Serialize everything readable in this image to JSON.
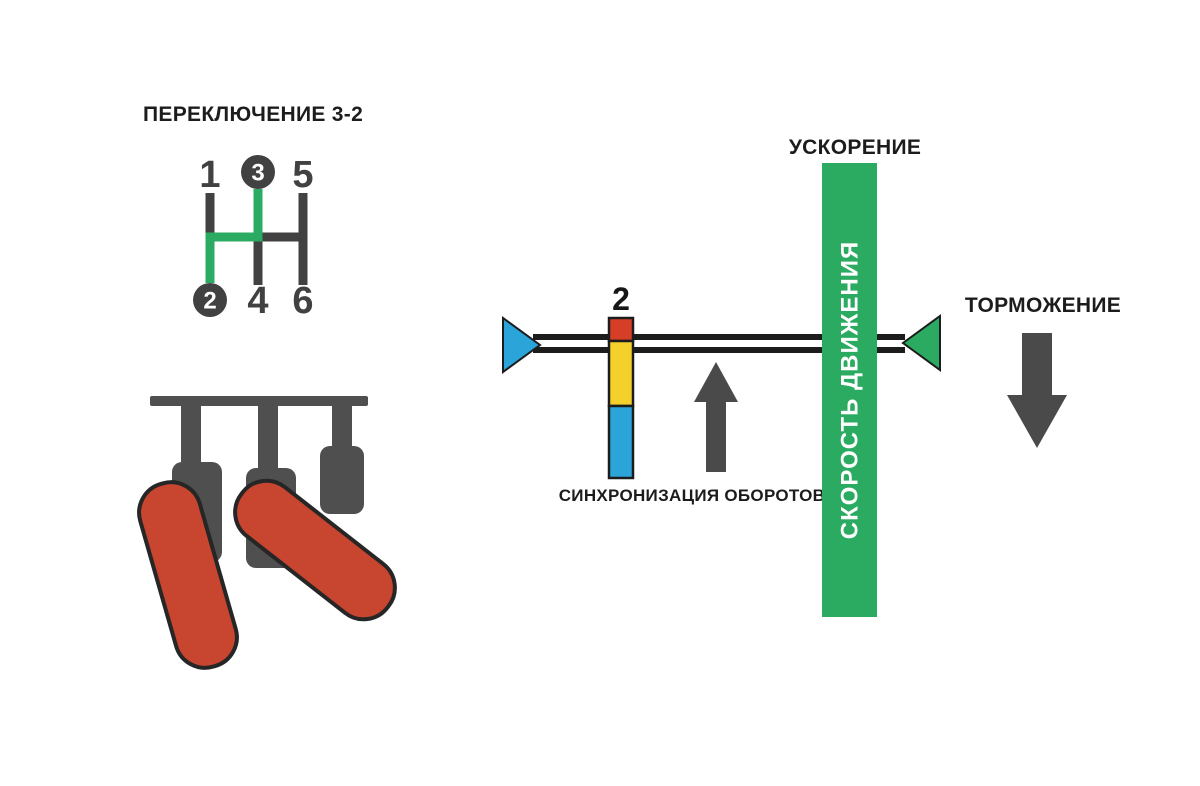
{
  "shift_panel": {
    "title": "ПЕРЕКЛЮЧЕНИЕ 3-2",
    "gears": {
      "g1": "1",
      "g2": "2",
      "g3": "3",
      "g4": "4",
      "g5": "5",
      "g6": "6"
    },
    "from_gear": "3",
    "to_gear": "2"
  },
  "graph_panel": {
    "acceleration_label": "УСКОРЕНИЕ",
    "speed_axis_label": "СКОРОСТЬ ДВИЖЕНИЯ",
    "braking_label": "ТОРМОЖЕНИЕ",
    "sync_label": "СИНХРОНИЗАЦИЯ ОБОРОТОВ",
    "gear_marker_label": "2"
  },
  "colors": {
    "green": "#2bab61",
    "dark_gray": "#414141",
    "pedal_gray": "#4f4f4f",
    "arrow_gray": "#4a4a4a",
    "foot_red": "#c8452f",
    "axis_blue": "#2ba4da",
    "rev_red": "#d63e27",
    "rev_yellow": "#f3d02b",
    "rev_blue": "#2ba4da",
    "line_black": "#1c1c1c"
  }
}
